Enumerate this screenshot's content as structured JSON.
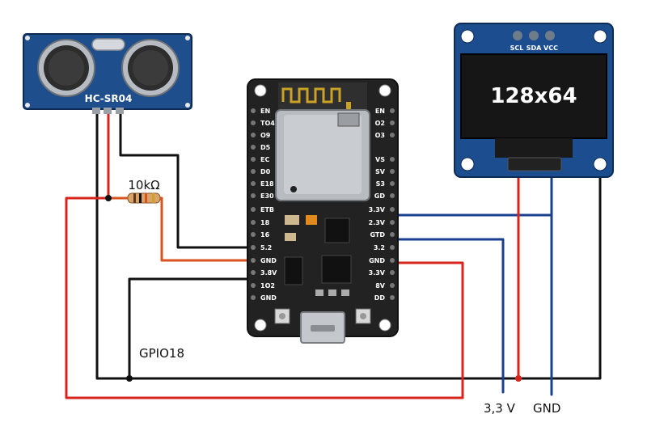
{
  "sensor": {
    "label": "HC-SR04"
  },
  "resistor": {
    "label": "10kΩ"
  },
  "oled": {
    "resolution": "128x64",
    "pins": [
      "SCL",
      "SDA",
      "VCC"
    ]
  },
  "esp32": {
    "left_pins": [
      "EN",
      "TO4",
      "O9",
      "D5",
      "EC",
      "D0",
      "E18",
      "E30",
      "ETB",
      "18",
      "16",
      "5.2",
      "GND",
      "3.8V",
      "1O2",
      "GND"
    ],
    "right_pins": [
      "EN",
      "O2",
      "O3",
      "VS",
      "SV",
      "S3",
      "GD",
      "3.3V",
      "2.3V",
      "GTD",
      "3.2",
      "GND",
      "3.3V",
      "8V",
      "DD"
    ]
  },
  "labels": {
    "gpio": "GPIO18",
    "v33": "3,3 V",
    "gnd": "GND"
  },
  "colors": {
    "board": "#222222",
    "sensor_blue": "#1f4e8c",
    "oled_blue": "#1b4d8f",
    "wire_red": "#d9241c",
    "wire_black": "#111111",
    "wire_blue": "#1a3f8f",
    "wire_orange": "#d9531e"
  }
}
